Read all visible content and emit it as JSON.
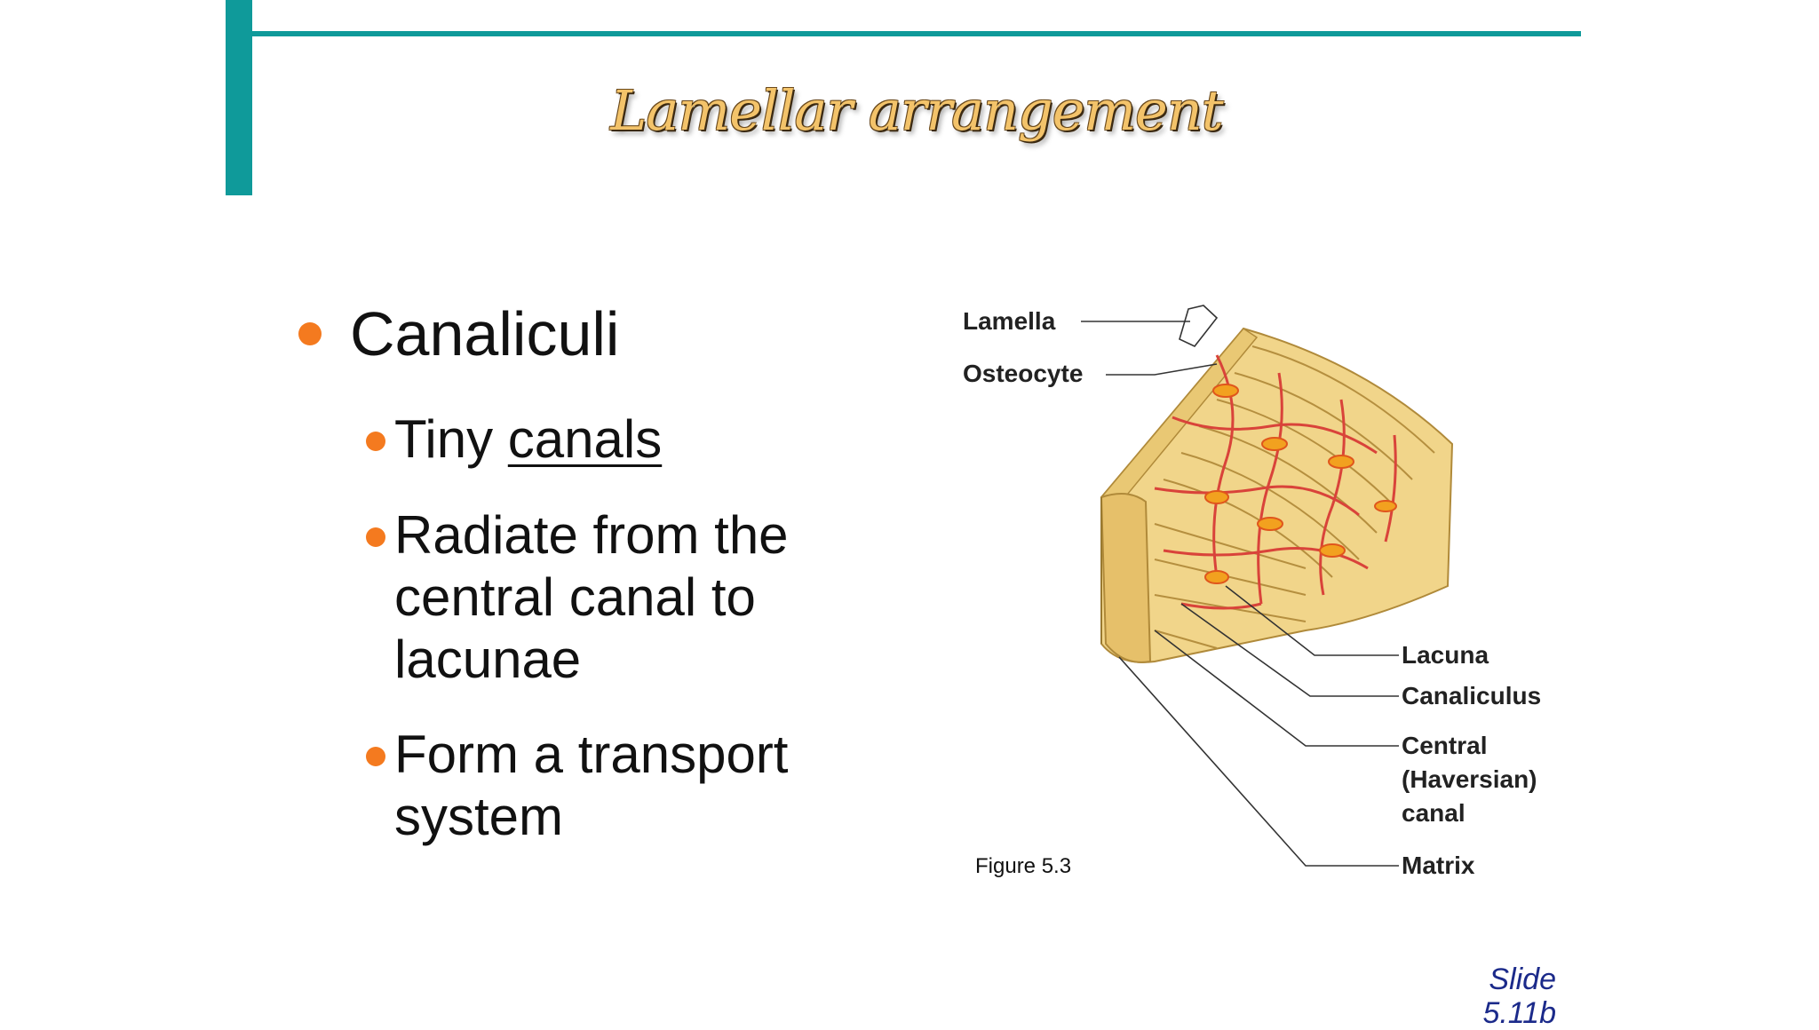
{
  "slide": {
    "title": "Lamellar arrangement",
    "main_bullet": "Canaliculi",
    "sub_bullets": [
      {
        "prefix": "Tiny ",
        "link": "canals"
      },
      {
        "text": "Radiate from the central canal to lacunae"
      },
      {
        "text": "Form a transport system"
      }
    ],
    "figure_caption": "Figure 5.3",
    "slide_number": "Slide 5.11b"
  },
  "diagram": {
    "labels": {
      "lamella": "Lamella",
      "osteocyte": "Osteocyte",
      "lacuna": "Lacuna",
      "canaliculus": "Canaliculus",
      "central_line1": "Central",
      "central_line2": "(Haversian)",
      "central_line3": "canal",
      "matrix": "Matrix"
    }
  },
  "colors": {
    "accent": "#0f9a9a",
    "bullet": "#f47a1f",
    "slide_number": "#1b2a8a",
    "bone": "#f1d58a",
    "canal": "#d9433a"
  }
}
